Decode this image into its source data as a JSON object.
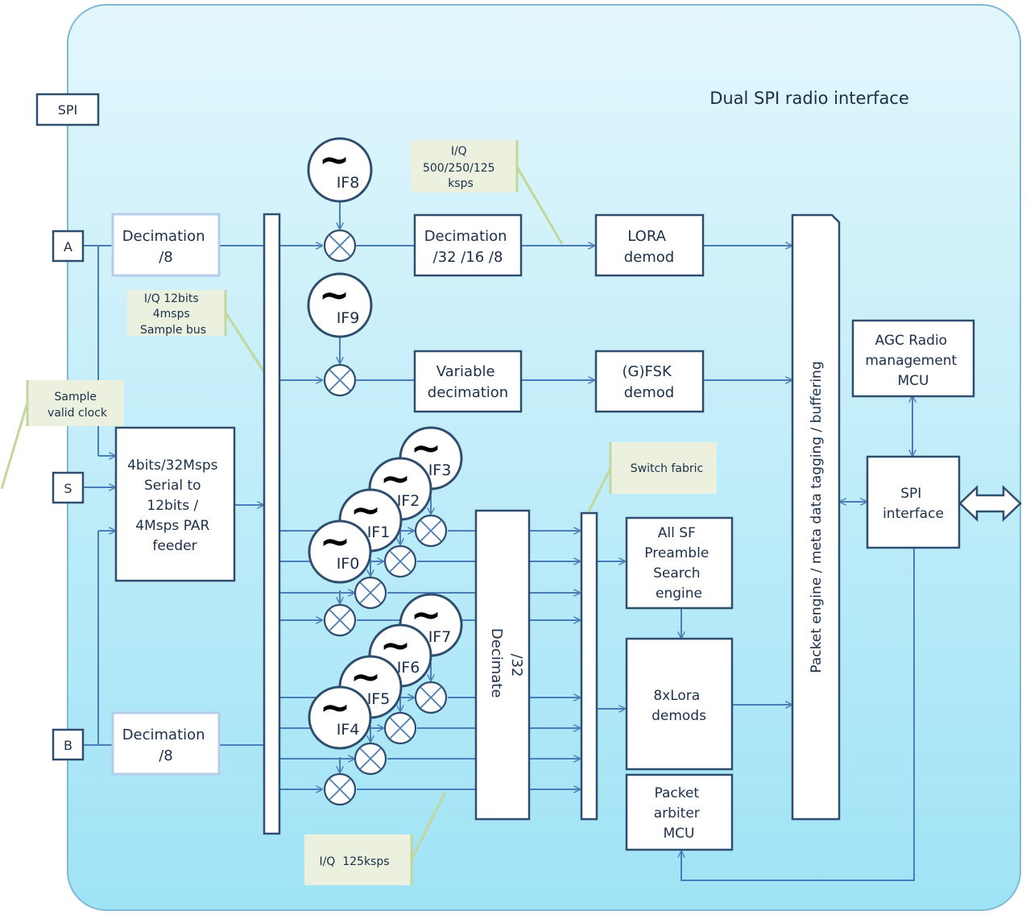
{
  "title": "Dual SPI radio interface",
  "ports": {
    "spi": "SPI",
    "a": "A",
    "s": "S",
    "b": "B"
  },
  "blocks": {
    "decim_a": [
      "Decimation",
      "/8"
    ],
    "decim_b": [
      "Decimation",
      "/8"
    ],
    "feeder": [
      "4bits/32Msps",
      "Serial to",
      "12bits /",
      "4Msps PAR",
      "feeder"
    ],
    "decim_lora": [
      "Decimation",
      "/32 /16 /8"
    ],
    "lora_demod": [
      "LORA",
      "demod"
    ],
    "var_decim": [
      "Variable",
      "decimation"
    ],
    "fsk_demod": [
      "(G)FSK",
      "demod"
    ],
    "decimate32": [
      "Decimate",
      "/32"
    ],
    "preamble": [
      "All SF",
      "Preamble",
      "Search",
      "engine"
    ],
    "lora8": [
      "8xLora",
      "demods"
    ],
    "arbiter": [
      "Packet",
      "arbiter",
      "MCU"
    ],
    "packet_engine": "Packet engine / meta data tagging / buffering",
    "agc": [
      "AGC Radio",
      "management",
      "MCU"
    ],
    "spi_if": [
      "SPI",
      "interface"
    ]
  },
  "notes": {
    "iq_lora": [
      "I/Q",
      "500/250/125",
      "ksps"
    ],
    "iq_12": [
      "I/Q 12bits",
      "4msps",
      "Sample bus"
    ],
    "sample_clock": [
      "Sample",
      "valid clock"
    ],
    "switch_fabric": "Switch fabric",
    "iq_125": "I/Q  125ksps"
  },
  "oscillators": {
    "symbol": "~",
    "if8": "IF8",
    "if9": "IF9",
    "if0": "IF0",
    "if1": "IF1",
    "if2": "IF2",
    "if3": "IF3",
    "if4": "IF4",
    "if5": "IF5",
    "if6": "IF6",
    "if7": "IF7"
  },
  "colors": {
    "panel_top": "#e3f7fc",
    "panel_bottom": "#9fe3f6",
    "panel_border": "#7fb9d3",
    "block_border": "#2f4e6f",
    "line": "#4a7ebb",
    "note_fill": "#ebf1de",
    "note_line": "#c3d69b"
  }
}
